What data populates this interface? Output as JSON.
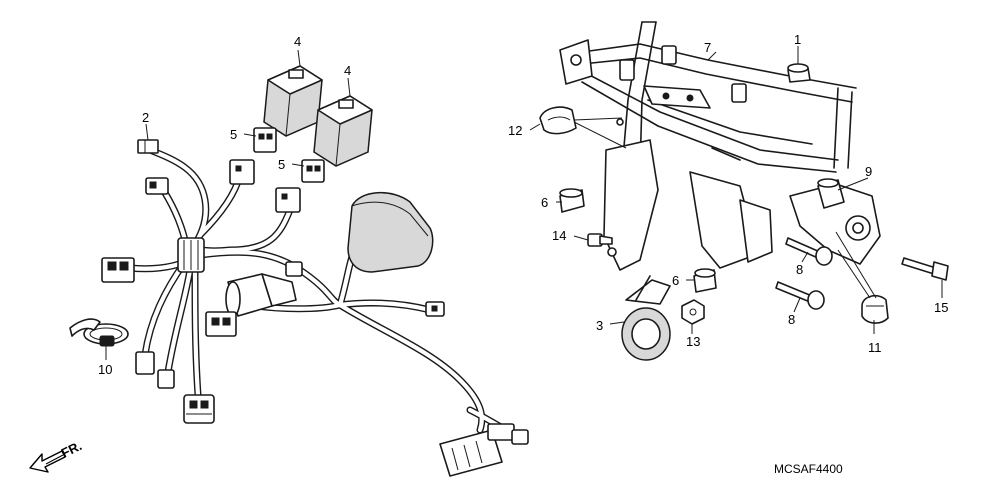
{
  "callouts": [
    {
      "id": "1",
      "text": "1"
    },
    {
      "id": "2",
      "text": "2"
    },
    {
      "id": "3",
      "text": "3"
    },
    {
      "id": "4a",
      "text": "4"
    },
    {
      "id": "4b",
      "text": "4"
    },
    {
      "id": "5a",
      "text": "5"
    },
    {
      "id": "5b",
      "text": "5"
    },
    {
      "id": "6a",
      "text": "6"
    },
    {
      "id": "6b",
      "text": "6"
    },
    {
      "id": "7",
      "text": "7"
    },
    {
      "id": "8a",
      "text": "8"
    },
    {
      "id": "8b",
      "text": "8"
    },
    {
      "id": "9",
      "text": "9"
    },
    {
      "id": "10",
      "text": "10"
    },
    {
      "id": "11",
      "text": "11"
    },
    {
      "id": "12",
      "text": "12"
    },
    {
      "id": "13",
      "text": "13"
    },
    {
      "id": "14",
      "text": "14"
    },
    {
      "id": "15",
      "text": "15"
    }
  ],
  "direction_indicator": {
    "label": "FR.",
    "icon": "front-arrow-icon"
  },
  "diagram_code": "MCSAF4400"
}
